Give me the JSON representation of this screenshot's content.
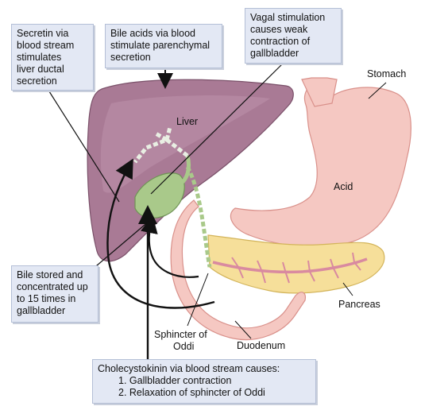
{
  "callouts": {
    "secretin": [
      "Secretin via",
      "blood stream",
      "stimulates",
      "liver ductal",
      "secretion"
    ],
    "bile_acids": [
      "Bile acids via blood",
      "stimulate parenchymal",
      "secretion"
    ],
    "vagal": [
      "Vagal stimulation",
      "causes weak",
      "contraction of",
      "gallbladder"
    ],
    "bile_stored": [
      "Bile stored and",
      "concentrated up",
      "to 15 times in",
      "gallbladder"
    ],
    "cck": {
      "heading": "Cholecystokinin via blood stream causes:",
      "items": [
        "1. Gallbladder contraction",
        "2. Relaxation of sphincter of Oddi"
      ]
    }
  },
  "labels": {
    "liver": "Liver",
    "stomach": "Stomach",
    "acid": "Acid",
    "pancreas": "Pancreas",
    "duodenum": "Duodenum",
    "sphincter": [
      "Sphincter of",
      "Oddi"
    ]
  },
  "colors": {
    "liver": "#a97a95",
    "stomach": "#f5c8c2",
    "pancreas": "#f6df9a",
    "gallbladder": "#a9c98a",
    "pancreatic_duct": "#d98aa0",
    "callout_fill": "#e3e8f4"
  }
}
